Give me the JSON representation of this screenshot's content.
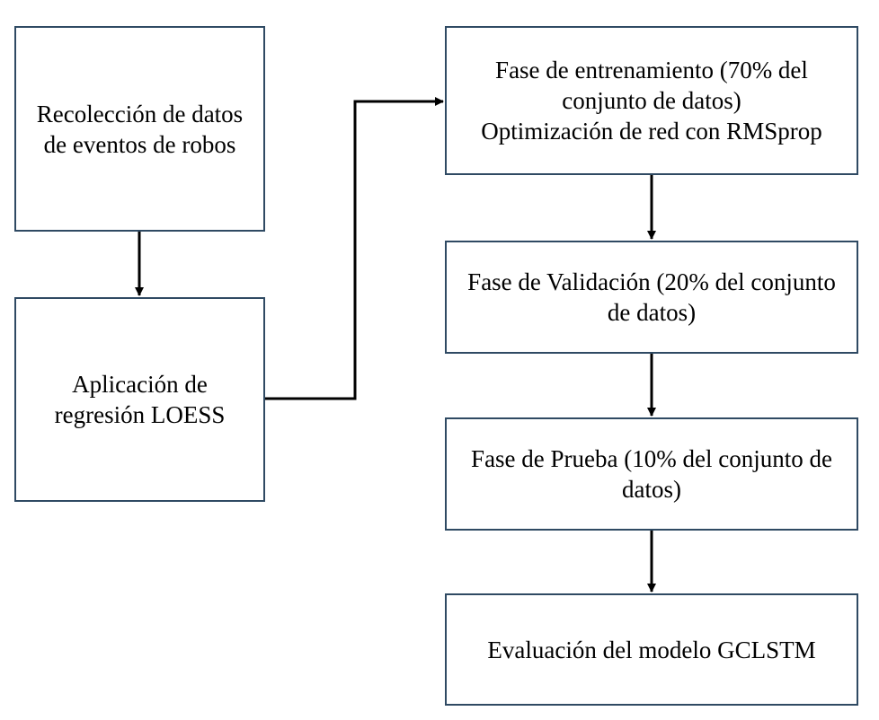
{
  "diagram": {
    "nodes": {
      "collect": {
        "label": "Recolección de datos\nde eventos de robos"
      },
      "loess": {
        "label": "Aplicación de\nregresión LOESS"
      },
      "train": {
        "label": "Fase de entrenamiento (70% del\nconjunto de datos)\nOptimización de red con RMSprop"
      },
      "valid": {
        "label": "Fase de Validación (20% del conjunto\nde datos)"
      },
      "test": {
        "label": "Fase de Prueba (10% del conjunto de\ndatos)"
      },
      "eval": {
        "label": "Evaluación del modelo GCLSTM"
      }
    },
    "edges": [
      {
        "from": "collect",
        "to": "loess"
      },
      {
        "from": "loess",
        "to": "train"
      },
      {
        "from": "train",
        "to": "valid"
      },
      {
        "from": "valid",
        "to": "test"
      },
      {
        "from": "test",
        "to": "eval"
      }
    ],
    "colors": {
      "box_border": "#2f4a63",
      "arrow": "#000000",
      "text": "#000000"
    }
  }
}
